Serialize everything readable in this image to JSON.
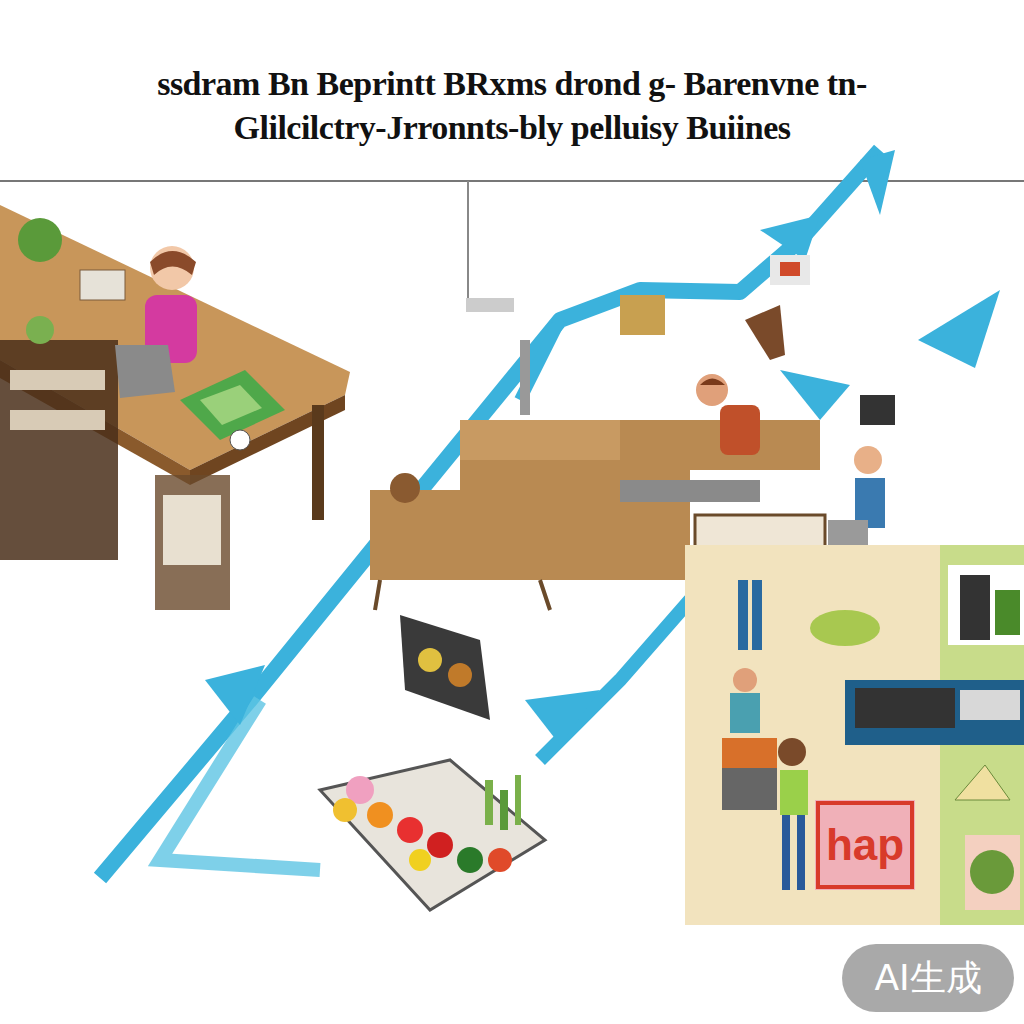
{
  "diagram": {
    "title": "ssdram Bn Beprintt BRxms drond g- Barenvne tn-Glilcilctry-Jrronnts-bly pelluisy Buiines",
    "labels": [
      "hap",
      "AI生成"
    ]
  }
}
